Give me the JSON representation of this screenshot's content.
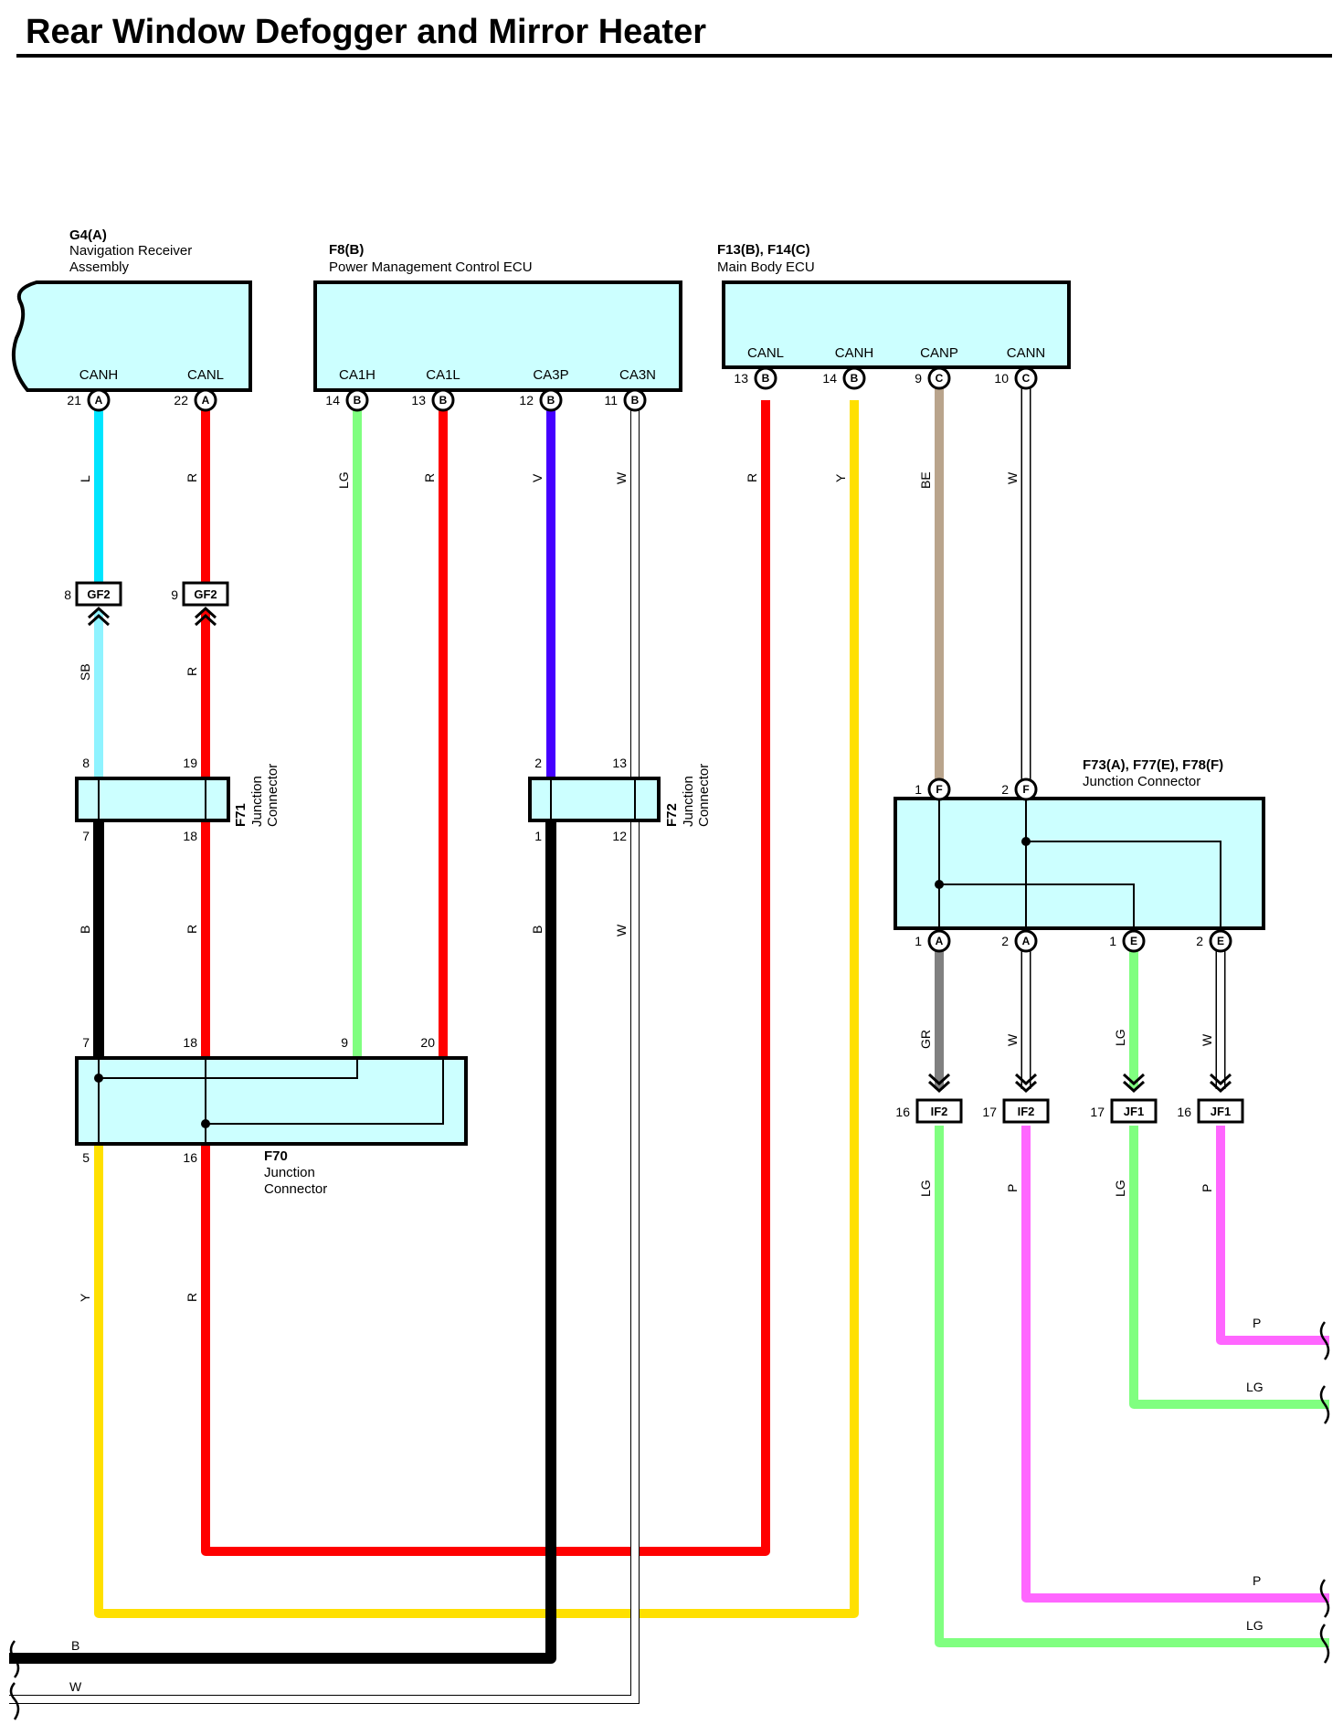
{
  "title": "Rear Window Defogger and Mirror Heater",
  "components": {
    "g4": {
      "id": "G4(A)",
      "name_line1": "Navigation Receiver",
      "name_line2": "Assembly",
      "pin1": "CANH",
      "pin2": "CANL"
    },
    "f8": {
      "id": "F8(B)",
      "name": "Power Management Control ECU",
      "pin1": "CA1H",
      "pin2": "CA1L",
      "pin3": "CA3P",
      "pin4": "CA3N"
    },
    "f13": {
      "id": "F13(B), F14(C)",
      "name": "Main Body ECU",
      "pin1": "CANL",
      "pin2": "CANH",
      "pin3": "CANP",
      "pin4": "CANN"
    },
    "f71": {
      "id": "F71",
      "name_line1": "Junction",
      "name_line2": "Connector"
    },
    "f72": {
      "id": "F72",
      "name_line1": "Junction",
      "name_line2": "Connector"
    },
    "f70": {
      "id": "F70",
      "name_line1": "Junction",
      "name_line2": "Connector"
    },
    "f73": {
      "id": "F73(A), F77(E), F78(F)",
      "name": "Junction Connector"
    }
  },
  "pins": {
    "g4_canh": {
      "num": "21",
      "letter": "A"
    },
    "g4_canl": {
      "num": "22",
      "letter": "A"
    },
    "f8_ca1h": {
      "num": "14",
      "letter": "B"
    },
    "f8_ca1l": {
      "num": "13",
      "letter": "B"
    },
    "f8_ca3p": {
      "num": "12",
      "letter": "B"
    },
    "f8_ca3n": {
      "num": "11",
      "letter": "B"
    },
    "f13_canl": {
      "num": "13",
      "letter": "B"
    },
    "f13_canh": {
      "num": "14",
      "letter": "B"
    },
    "f14_canp": {
      "num": "9",
      "letter": "C"
    },
    "f14_cann": {
      "num": "10",
      "letter": "C"
    },
    "f78_in1": {
      "num": "1",
      "letter": "F"
    },
    "f78_in2": {
      "num": "2",
      "letter": "F"
    },
    "f73_out1": {
      "num": "1",
      "letter": "A"
    },
    "f73_out2": {
      "num": "2",
      "letter": "A"
    },
    "f77_out1": {
      "num": "1",
      "letter": "E"
    },
    "f77_out2": {
      "num": "2",
      "letter": "E"
    }
  },
  "connectors": {
    "gf2_a": {
      "num": "8",
      "label": "GF2"
    },
    "gf2_b": {
      "num": "9",
      "label": "GF2"
    },
    "if2_a": {
      "num": "16",
      "label": "IF2"
    },
    "if2_b": {
      "num": "17",
      "label": "IF2"
    },
    "jf1_a": {
      "num": "17",
      "label": "JF1"
    },
    "jf1_b": {
      "num": "16",
      "label": "JF1"
    }
  },
  "junction_pins": {
    "f71_in_left": "8",
    "f71_in_right": "19",
    "f71_out_left": "7",
    "f71_out_right": "18",
    "f72_in_left": "2",
    "f72_in_right": "13",
    "f72_out_left": "1",
    "f72_out_right": "12",
    "f70_in1": "7",
    "f70_in2": "18",
    "f70_in3": "9",
    "f70_in4": "20",
    "f70_out1": "5",
    "f70_out2": "16"
  },
  "wire_colors": {
    "g4_canh_top": "L",
    "g4_canl_top": "R",
    "f8_ca1h": "LG",
    "f8_ca1l": "R",
    "f8_ca3p": "V",
    "f8_ca3n": "W",
    "f13_canl": "R",
    "f13_canh": "Y",
    "f14_canp": "BE",
    "f14_cann": "W",
    "gf2_left_below": "SB",
    "gf2_right_below": "R",
    "f71_left_below": "B",
    "f71_right_below": "R",
    "f72_left_below": "B",
    "f72_right_below": "W",
    "f70_left_below": "Y",
    "f70_right_below": "R",
    "f73_out1": "GR",
    "f73_out2": "W",
    "f77_out1": "LG",
    "f77_out2": "W",
    "if2_a_below": "LG",
    "if2_b_below": "P",
    "jf1_a_below": "LG",
    "jf1_b_below": "P",
    "bottom_b": "B",
    "bottom_w": "W",
    "right_p_upper": "P",
    "right_lg_upper": "LG",
    "right_p_lower": "P",
    "right_lg_lower": "LG"
  },
  "colors": {
    "L": "#00e5ff",
    "SB": "#8ff3ff",
    "R": "#ff0000",
    "LG": "#80ff80",
    "V": "#4400ff",
    "W": "#ffffff",
    "Y": "#ffe000",
    "BE": "#b9a48c",
    "B": "#000000",
    "GR": "#808080",
    "P": "#ff66ff",
    "box": "#ccffff"
  }
}
